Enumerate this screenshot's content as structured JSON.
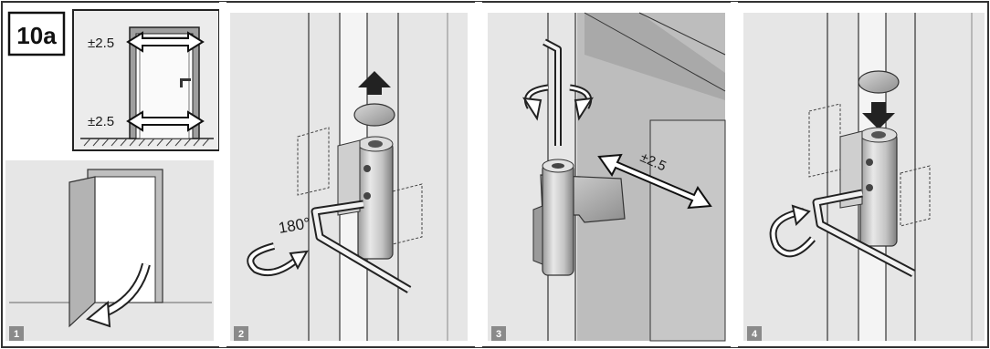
{
  "section_label": "10a",
  "overview": {
    "top_tolerance": "±2.5",
    "bottom_tolerance": "±2.5"
  },
  "steps": [
    {
      "number": "1"
    },
    {
      "number": "2",
      "rotation": "180°"
    },
    {
      "number": "3",
      "tolerance": "±2.5"
    },
    {
      "number": "4"
    }
  ],
  "colors": {
    "frame": "#333333",
    "panel_bg": "#e6e6e6",
    "door_gray": "#bdbdbd",
    "badge": "#8a8a8a"
  }
}
